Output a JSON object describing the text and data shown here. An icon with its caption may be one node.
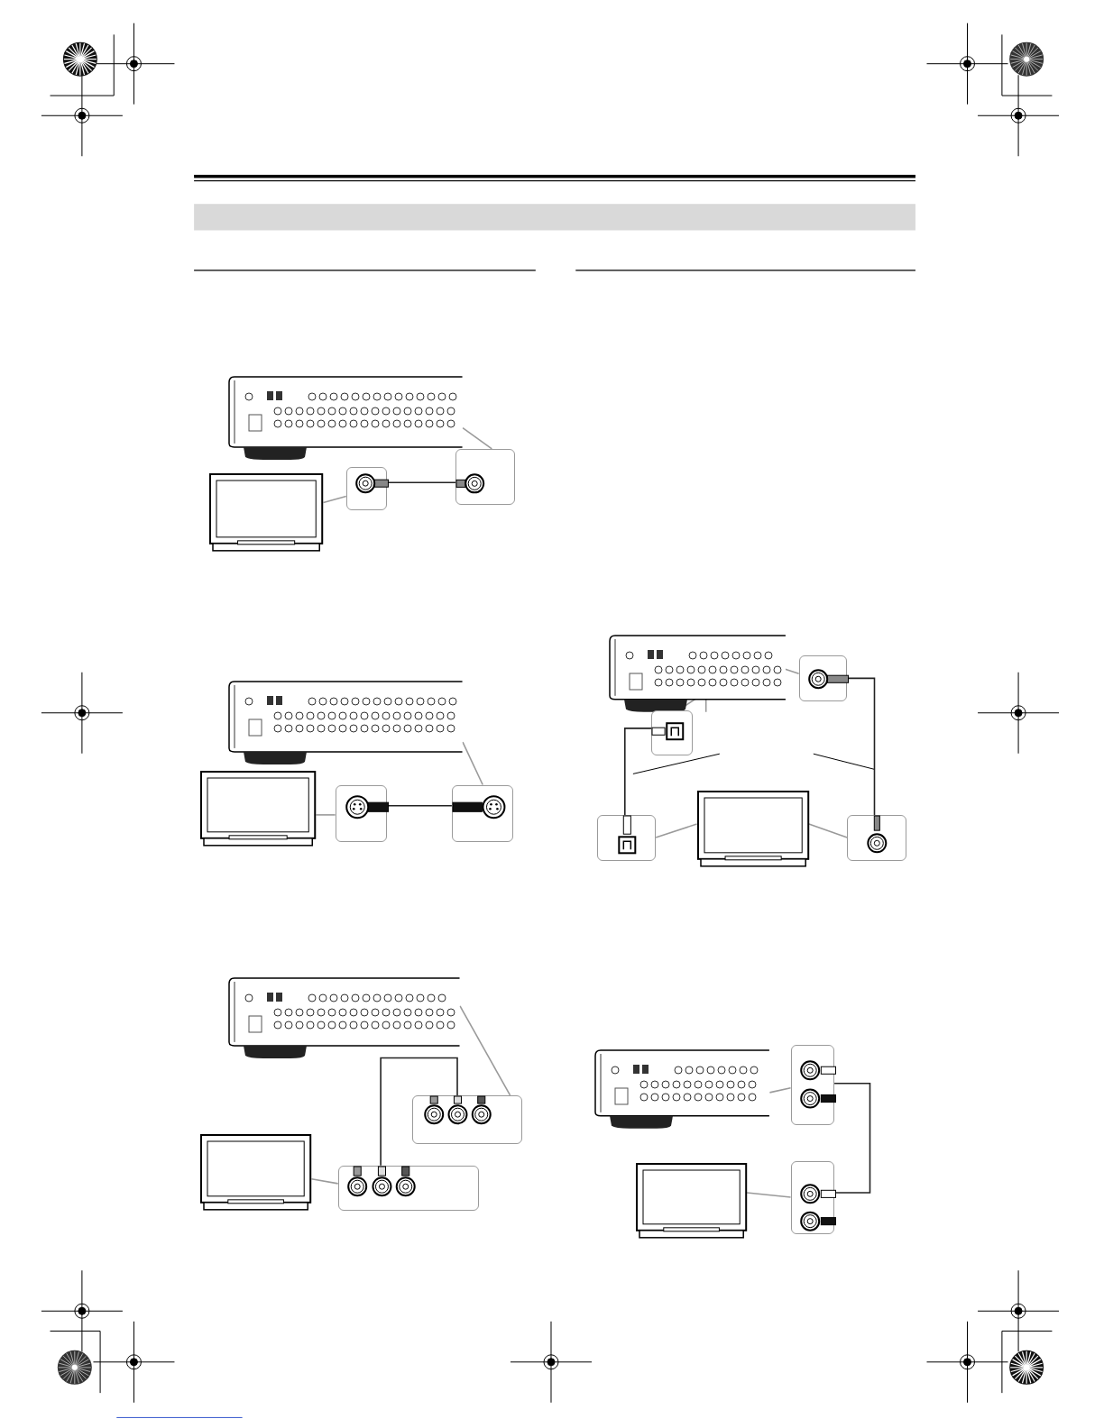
{
  "diagram": {
    "nodes": [
      {
        "text": [],
        "shape": "picture"
      },
      {
        "text": [],
        "shape": "picture"
      },
      {
        "text": [],
        "shape": "box"
      },
      {
        "text": [],
        "shape": "box"
      },
      {
        "text": [],
        "shape": "picture"
      },
      {
        "text": [],
        "shape": "picture"
      },
      {
        "text": [],
        "shape": "box"
      },
      {
        "text": [],
        "shape": "box"
      },
      {
        "text": [],
        "shape": "picture"
      },
      {
        "text": [],
        "shape": "picture"
      },
      {
        "text": [],
        "shape": "box"
      },
      {
        "text": [],
        "shape": "box"
      },
      {
        "text": [],
        "shape": "picture"
      },
      {
        "text": [],
        "shape": "box"
      },
      {
        "text": [],
        "shape": "box"
      },
      {
        "text": [],
        "shape": "picture"
      },
      {
        "text": [],
        "shape": "box"
      },
      {
        "text": [],
        "shape": "box"
      },
      {
        "text": [],
        "shape": "picture"
      },
      {
        "text": [],
        "shape": "box"
      },
      {
        "text": [],
        "shape": "picture"
      },
      {
        "text": [],
        "shape": "box"
      }
    ],
    "edges": [
      {
        "from": 2,
        "to": 3,
        "arrow": "none",
        "color": "#222222"
      },
      {
        "from": 3,
        "to": 0,
        "arrow": "none"
      },
      {
        "from": 2,
        "to": 1,
        "arrow": "none"
      },
      {
        "from": 6,
        "to": 7,
        "arrow": "none",
        "color": "#222222"
      },
      {
        "from": 7,
        "to": 4,
        "arrow": "none"
      },
      {
        "from": 6,
        "to": 5,
        "arrow": "none"
      },
      {
        "from": 11,
        "to": 10,
        "arrow": "none",
        "color": "#222222"
      },
      {
        "from": 10,
        "to": 8,
        "arrow": "none"
      },
      {
        "from": 11,
        "to": 9,
        "arrow": "none"
      },
      {
        "from": 16,
        "to": 14,
        "arrow": "none",
        "color": "#222222"
      },
      {
        "from": 17,
        "to": 13,
        "arrow": "none",
        "color": "#222222"
      },
      {
        "from": 13,
        "to": 12,
        "arrow": "none"
      },
      {
        "from": 14,
        "to": 12,
        "arrow": "none"
      },
      {
        "from": 16,
        "to": 15,
        "arrow": "none"
      },
      {
        "from": 17,
        "to": 15,
        "arrow": "none"
      },
      {
        "from": 21,
        "to": 19,
        "arrow": "none",
        "color": "#222222"
      },
      {
        "from": 19,
        "to": 18,
        "arrow": "none"
      },
      {
        "from": 21,
        "to": 20,
        "arrow": "none"
      }
    ]
  }
}
